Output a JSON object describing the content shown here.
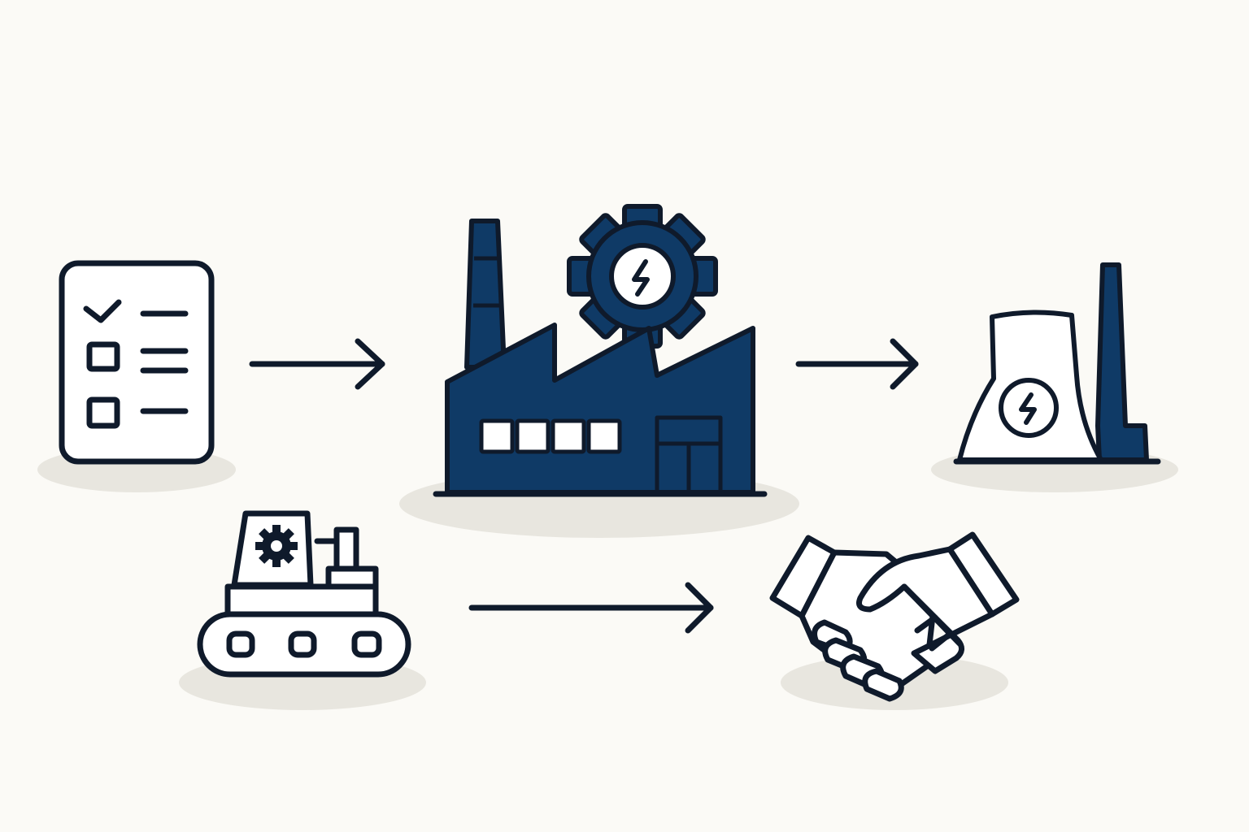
{
  "diagram": {
    "colors": {
      "background": "#fbfaf6",
      "ink": "#0f1a2b",
      "navy": "#0f3a66",
      "shadow": "#e8e6df"
    },
    "nodes": [
      {
        "id": "checklist",
        "icon": "checklist-icon"
      },
      {
        "id": "factory",
        "icon": "factory-gear-power-icon"
      },
      {
        "id": "power-plant",
        "icon": "power-plant-icon"
      },
      {
        "id": "machine",
        "icon": "industrial-machine-icon"
      },
      {
        "id": "handshake",
        "icon": "handshake-icon"
      }
    ],
    "edges": [
      {
        "from": "checklist",
        "to": "factory"
      },
      {
        "from": "factory",
        "to": "power-plant"
      },
      {
        "from": "machine",
        "to": "handshake"
      }
    ]
  }
}
